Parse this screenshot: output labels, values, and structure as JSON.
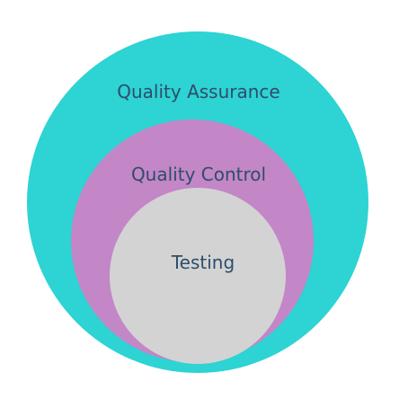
{
  "diagram": {
    "layers": [
      {
        "id": "outer",
        "label": "Quality Assurance",
        "color": "#2ed3d3"
      },
      {
        "id": "middle",
        "label": "Quality Control",
        "color": "#c386c7"
      },
      {
        "id": "inner",
        "label": "Testing",
        "color": "#d3d3d3"
      }
    ],
    "text_color": "#2e4d6b"
  }
}
